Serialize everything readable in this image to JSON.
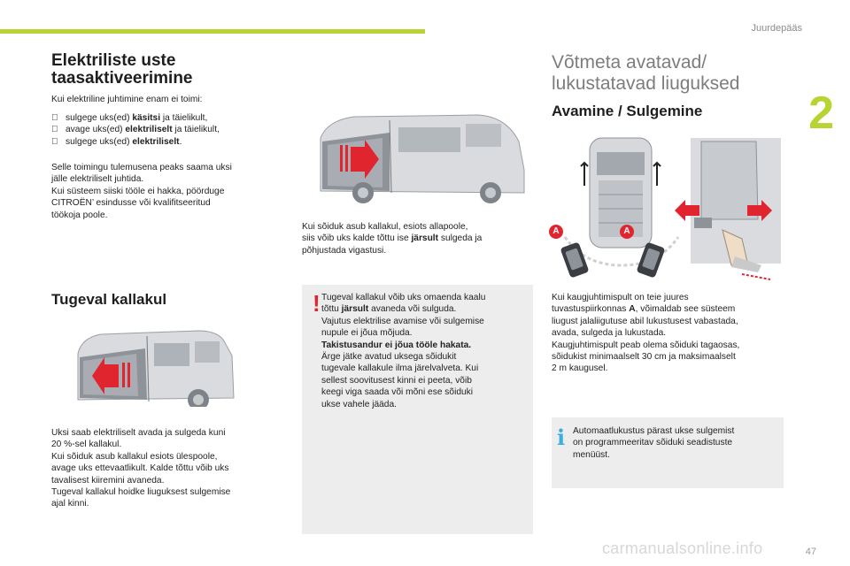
{
  "header": {
    "chapter_title": "Juurdepääs",
    "chapter_number": "2",
    "page_number": "47"
  },
  "watermark": "carmanualsonline.info",
  "left_column": {
    "heading": "Elektriliste uste\ntaasaktiveerimine",
    "intro": "Kui elektriline juhtimine enam ei toimi:",
    "list_marker": "",
    "list": [
      {
        "pre": "sulgege uks(ed) ",
        "bold": "käsitsi",
        "post": " ja täielikult,"
      },
      {
        "pre": "avage uks(ed) ",
        "bold": "elektriliselt",
        "post": " ja täielikult,"
      },
      {
        "pre": "sulgege uks(ed) ",
        "bold": "elektriliselt",
        "post": "."
      }
    ],
    "result_text": "Selle toimingu tulemusena peaks saama uksi\njälle elektriliselt juhtida.\nKui süsteem siiski tööle ei hakka, pöörduge\nCITROËN’ esindusse või kvalifitseeritud\ntöökoja poole.",
    "slope_heading": "Tugeval kallakul",
    "slope_text": "Uksi saab elektriliselt avada ja sulgeda kuni\n20 %-sel kallakul.\nKui sõiduk asub kallakul esiots ülespoole,\navage uks ettevaatlikult. Kalde tõttu võib uks\ntavalisest kiiremini avaneda.\nTugeval kallakul hoidke liuguksest sulgemise\najal kinni."
  },
  "middle_column": {
    "downhill_pre": "Kui sõiduk asub kallakul, esiots allapoole,\nsiis võib uks kalde tõttu ise ",
    "downhill_bold": "järsult",
    "downhill_post": " sulgeda ja\npõhjustada vigastusi.",
    "warning": {
      "icon": "!",
      "line1_pre": "Tugeval kallakul võib uks omaenda kaalu\ntõttu ",
      "line1_bold": "järsult",
      "line1_post": " avaneda või sulguda.\nVajutus elektrilise avamise või sulgemise\nnupule ei jõua mõjuda.",
      "bold_line": "Takistusandur ei jõua tööle hakata.",
      "rest": "Ärge jätke avatud uksega sõidukit\ntugevale kallakule ilma järelvalveta. Kui\nsellest soovitusest kinni ei peeta, võib\nkeegi viga saada või mõni ese sõiduki\nukse vahele jääda."
    }
  },
  "right_column": {
    "heading": "Võtmeta avatavad/\nlukustatavad liuguksed",
    "subheading": "Avamine / Sulgemine",
    "zone_label": "A",
    "text_pre": "Kui kaugjuhtimispult on teie juures\ntuvastuspiirkonnas ",
    "text_bold": "A",
    "text_post": ", võimaldab see süsteem\nliugust jalaliigutuse abil lukustusest vabastada,\navada, sulgeda ja lukustada.\nKaugjuhtimispult peab olema sõiduki tagaosas,\nsõidukist minimaalselt 30 cm ja maksimaalselt\n2 m kaugusel.",
    "info": {
      "icon": "i",
      "text": "Automaatlukustus pärast ukse sulgemist\non programmeeritav sõiduki seadistuste\nmenüüst."
    }
  },
  "colors": {
    "accent_green": "#b8d432",
    "warning_red": "#e1252f",
    "info_blue": "#3aaee0",
    "box_grey": "#ededed",
    "arrow_red": "#e1252f"
  }
}
